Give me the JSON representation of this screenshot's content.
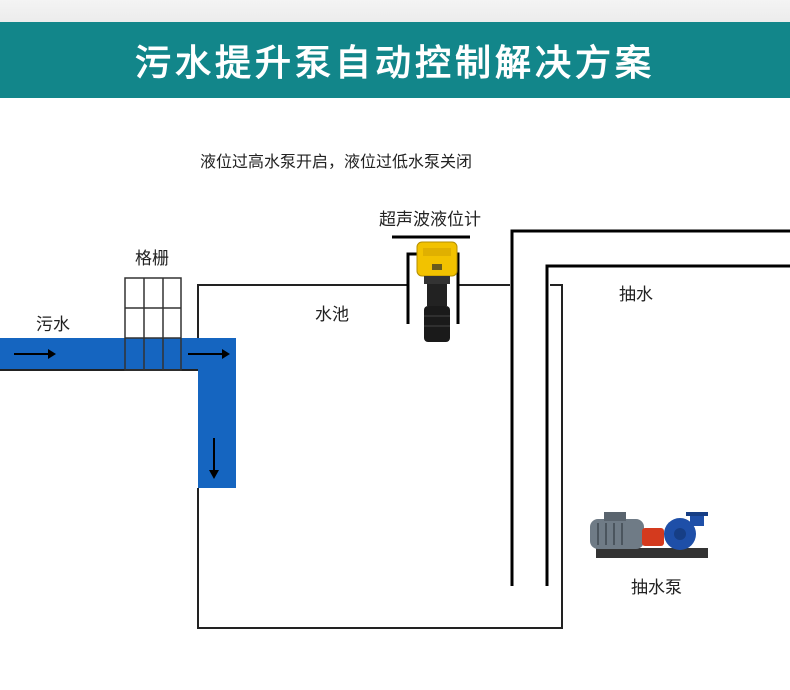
{
  "header": {
    "title": "污水提升泵自动控制解决方案"
  },
  "caption": "液位过高水泵开启，液位过低水泵关闭",
  "labels": {
    "sensor": "超声波液位计",
    "grille": "格栅",
    "sewage": "污水",
    "tank": "水池",
    "suction": "抽水",
    "pump": "抽水泵"
  },
  "colors": {
    "banner": "#12868a",
    "water": "#1565c0",
    "sensor_yellow": "#f2c200"
  }
}
